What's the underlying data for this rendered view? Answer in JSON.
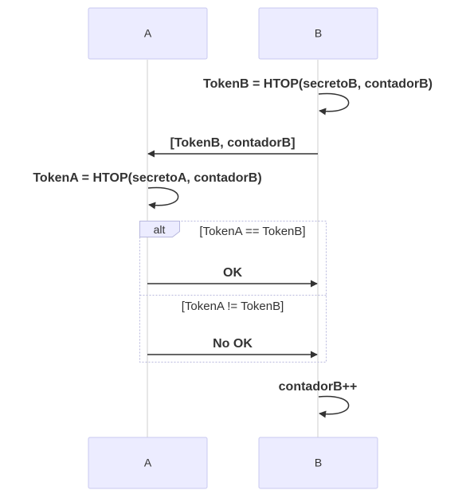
{
  "participants": {
    "a": "A",
    "b": "B"
  },
  "messages": {
    "tokenb_compute": "TokenB = HTOP(secretoB, contadorB)",
    "send_token": "[TokenB, contadorB]",
    "tokena_compute": "TokenA = HTOP(secretoA, contadorB)",
    "ok": "OK",
    "no_ok": "No OK",
    "increment": "contadorB++"
  },
  "alt_frame": {
    "keyword": "alt",
    "condition_1": "[TokenA == TokenB]",
    "condition_2": "[TokenA != TokenB]"
  },
  "colors": {
    "actor_fill": "#ececff",
    "actor_border": "#c9c9f0",
    "line": "#333333",
    "lifeline": "#cfcfcf"
  }
}
